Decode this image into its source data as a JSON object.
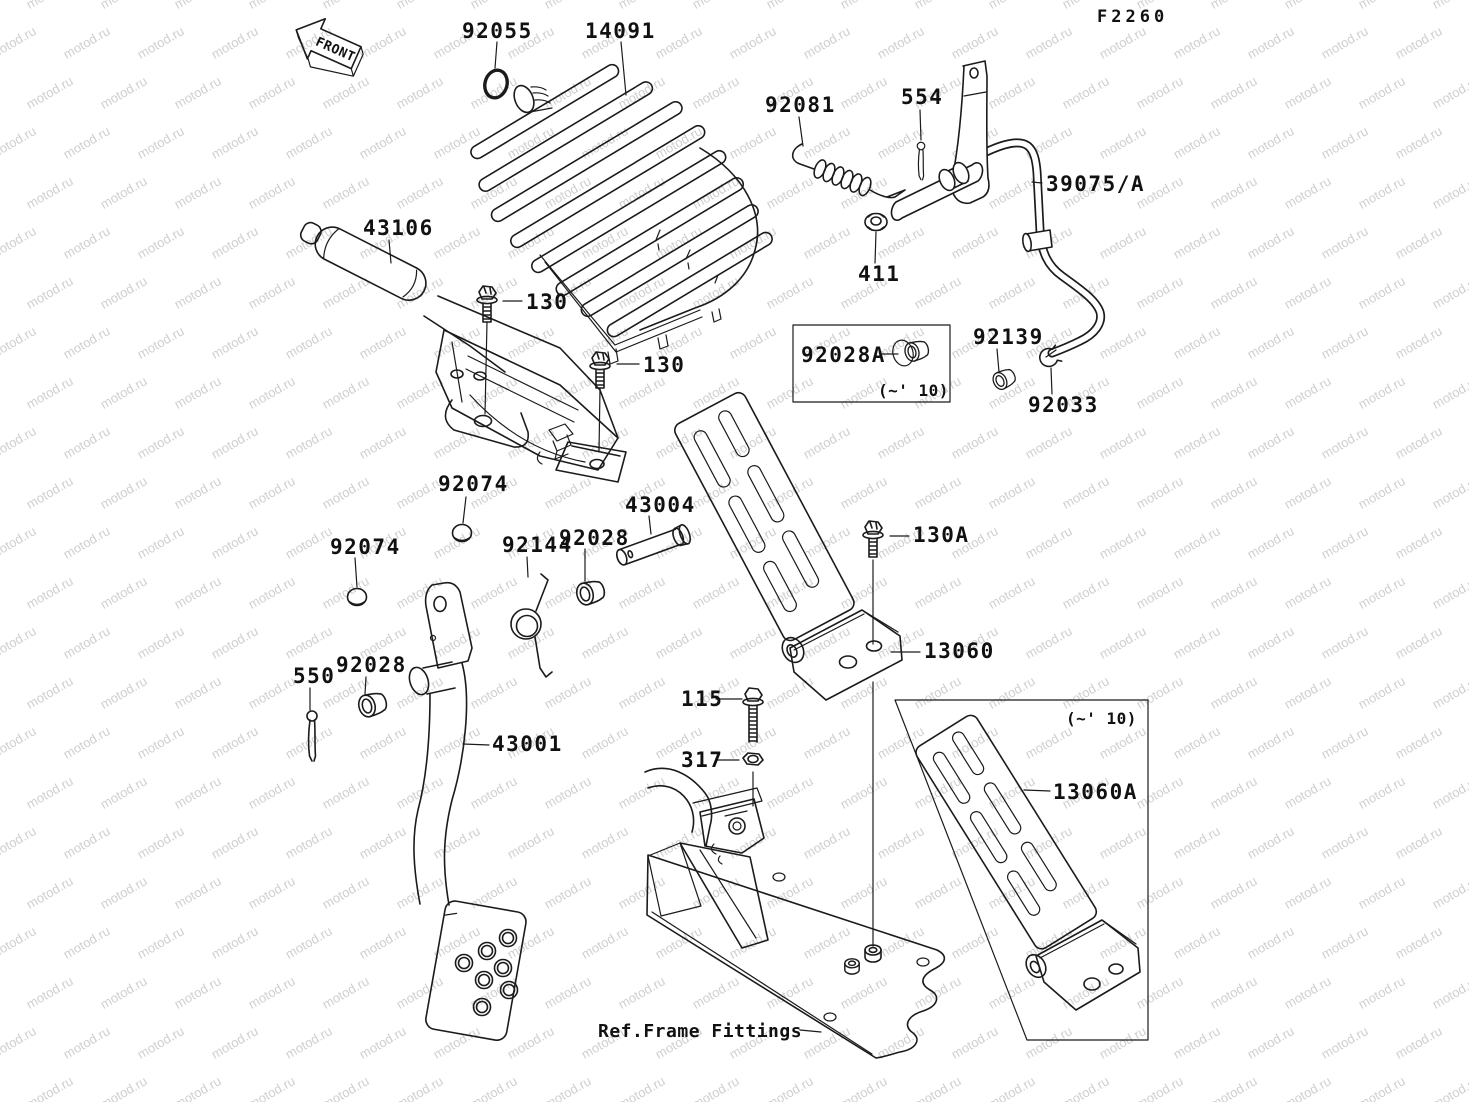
{
  "figure": {
    "code": "F2260",
    "front": "FRONT",
    "ref_note": "Ref.Frame Fittings",
    "note_2010": "(~' 10)",
    "watermark": {
      "text": "motod.ru",
      "color": "#cfcfcf"
    }
  },
  "parts": {
    "92055": "92055",
    "14091": "14091",
    "92081": "92081",
    "554": "554",
    "39075A": "39075/A",
    "43106": "43106",
    "411": "411",
    "130": "130",
    "92028A": "92028A",
    "92139": "92139",
    "92033": "92033",
    "92074": "92074",
    "43004": "43004",
    "92144": "92144",
    "92028": "92028",
    "130A": "130A",
    "13060": "13060",
    "550": "550",
    "43001": "43001",
    "115": "115",
    "317": "317",
    "13060A": "13060A"
  }
}
